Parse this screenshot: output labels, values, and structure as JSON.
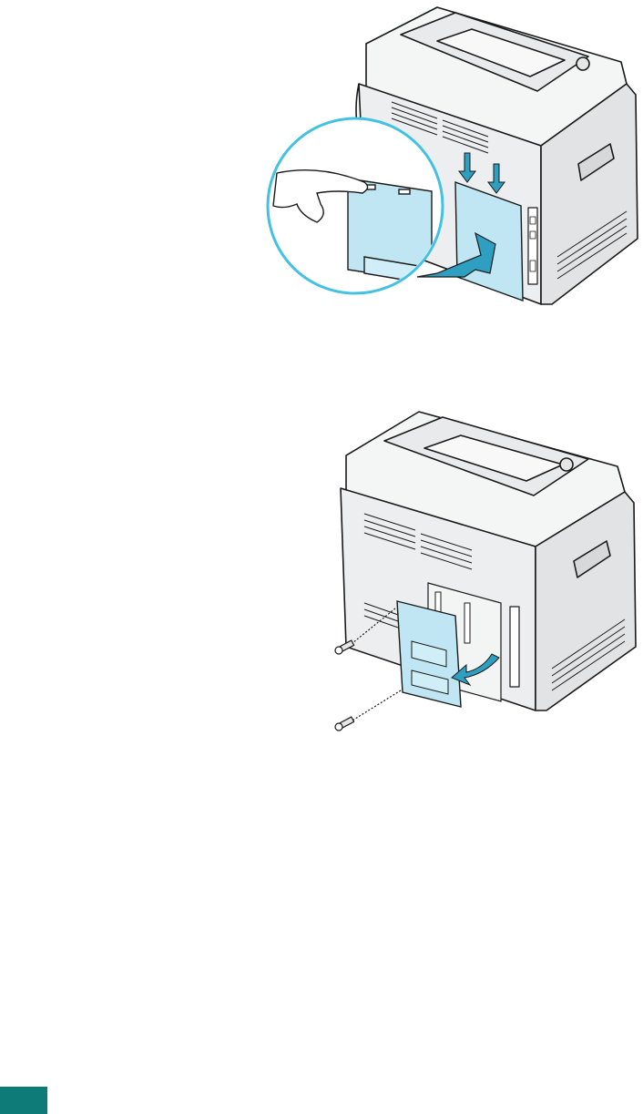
{
  "colors": {
    "outline": "#1a1a1a",
    "printer_body": "#f1f2f2",
    "printer_shade": "#d9dbdc",
    "panel_blue": "#bfe6f2",
    "arrow_blue": "#2e9fc1",
    "magnifier_ring": "#43c1e3",
    "page_tab": "#0f7b79"
  },
  "figures": [
    {
      "id": "figure-1",
      "depiction": "magnified-hand-pressing-cover-tabs"
    },
    {
      "id": "figure-2",
      "depiction": "cover-removed-with-screws"
    }
  ],
  "page_tab": {
    "color": "teal"
  }
}
